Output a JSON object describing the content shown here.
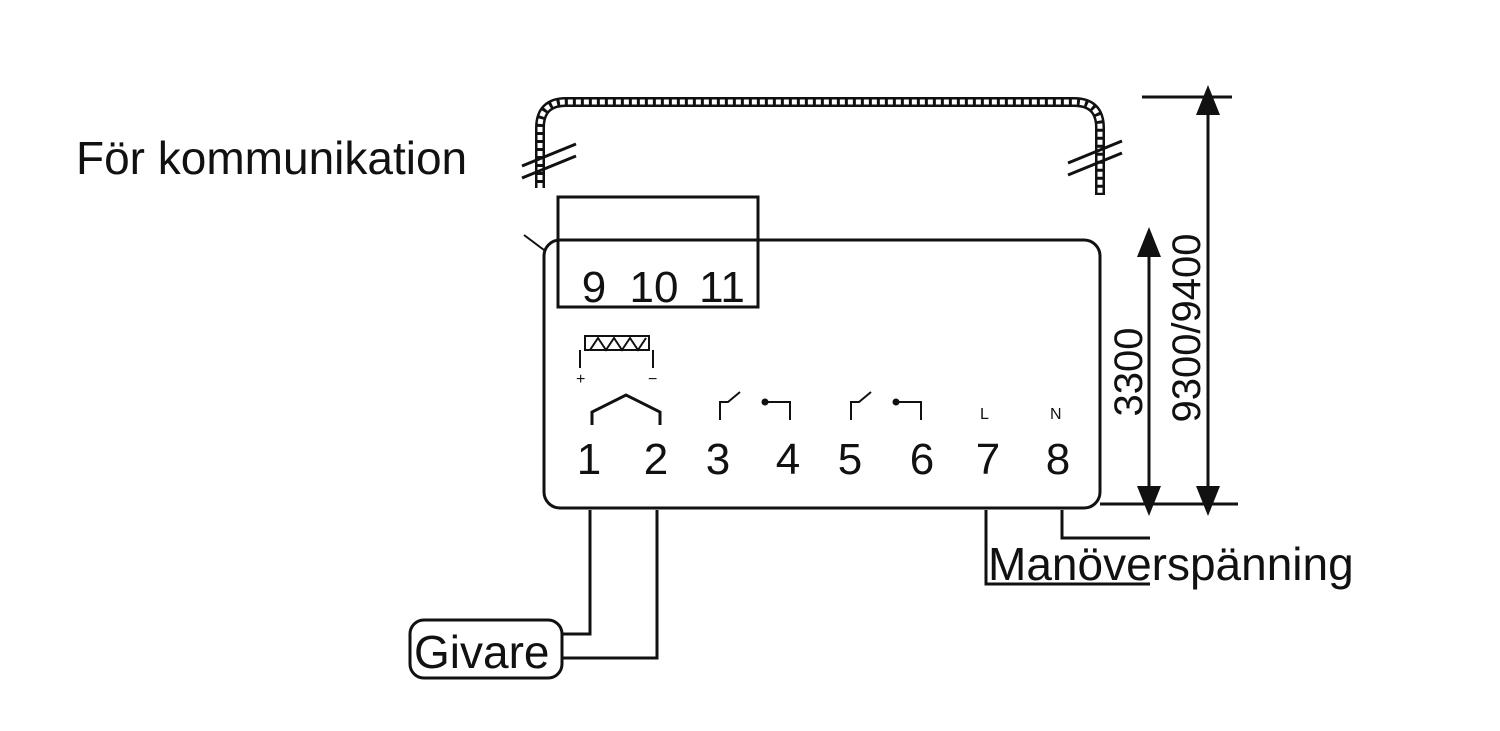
{
  "labels": {
    "communication": "För kommunikation",
    "sensor": "Givare",
    "control_voltage": "Manöverspänning"
  },
  "terminals": {
    "comm": [
      "9",
      "10",
      "11"
    ],
    "main": [
      "1",
      "2",
      "3",
      "4",
      "5",
      "6",
      "7",
      "8"
    ],
    "live_mark": "L",
    "neutral_mark": "N",
    "plus_mark": "+",
    "minus_mark": "−"
  },
  "dimensions": {
    "inner": "3300",
    "outer": "9300/9400"
  },
  "colors": {
    "line": "#111111",
    "background": "#ffffff"
  }
}
